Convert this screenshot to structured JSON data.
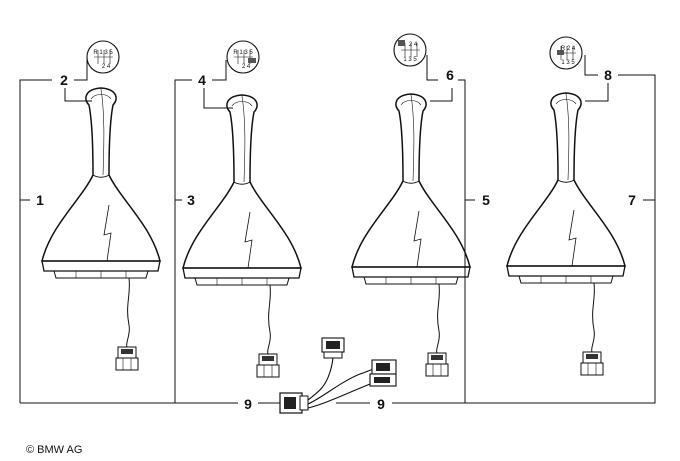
{
  "callouts": {
    "c1": "1",
    "c2": "2",
    "c3": "3",
    "c4": "4",
    "c5": "5",
    "c6": "6",
    "c7": "7",
    "c8": "8",
    "c9a": "9",
    "c9b": "9"
  },
  "shift_patterns": {
    "p2": {
      "top": "R 1 3 5",
      "bottom": "2 4"
    },
    "p4": {
      "top": "R 1 3 5",
      "bottom": "2 4"
    },
    "p6": {
      "top": "2 4",
      "bottom": "1 3 5"
    },
    "p8": {
      "top": "R 2 4",
      "bottom": "1 3 5"
    }
  },
  "copyright": "© BMW AG"
}
